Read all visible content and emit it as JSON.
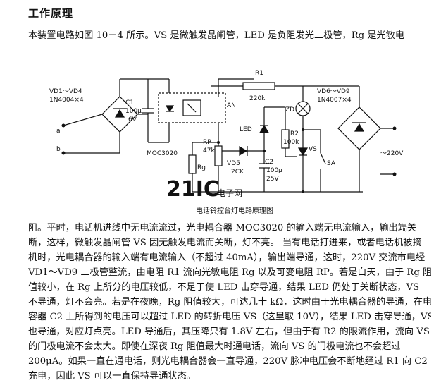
{
  "heading": "工作原理",
  "intro_line": "本装置电路如图 10－4 所示。VS 是微触发晶闸管，LED 是负阻发光二极管，Rg 是光敏电",
  "figure": {
    "caption": "电话铃控台灯电路原理图",
    "watermark_brand": "21IC",
    "watermark_sub": "电子网",
    "labels": {
      "bridge1": "VD1～VD4",
      "bridge1_part": "1N4004×4",
      "terminal_a": "a",
      "terminal_b": "b",
      "c1": "C1",
      "c1_value": "100μ",
      "c1_voltage": "6V",
      "optocoupler": "MOC3020",
      "an": "AN",
      "r1": "R1",
      "r1_value": "220k",
      "zd": "ZD",
      "bridge2": "VD6～VD9",
      "bridge2_part": "1N4007×4",
      "led": "LED",
      "r2": "R2",
      "r2_value": "100k",
      "vs": "VS",
      "sa": "SA",
      "mains": "～220V",
      "rp": "RP",
      "rp_value": "47k",
      "rg": "Rg",
      "vd5": "VD5",
      "vd5_part": "2CK",
      "c2": "C2",
      "c2_value": "100μ",
      "c2_voltage": "25V"
    }
  },
  "body_lines": [
    "阻。平时，电话机进线中无电流流过，光电耦合器 MOC3020 的输入端无电流输入，输出端关",
    "断，这样，微触发晶闸管 VS 因无触发电流而关断，灯不亮。 当有电话打进来，或者电话机被摘",
    "机时，光电耦合器的输入端有电流输入（不超过 40mA），输出端导通，这时，220V 交流市电经",
    "VD1～VD9 二极管整流，由电阻 R1 流向光敏电阻 Rg 以及可变电阻 RP。若是白天，由于 Rg 阻",
    "值较小，在 Rg 上所分的电压较低，不足于使 LED 击穿导通，结果 LED 仍处于关断状态，VS",
    "不导通，灯不会亮。若是在夜晚，Rg 阻值较大，可达几十 kΩ，这时由于光电耦合器的导通，在电",
    "容器 C2 上所得到的电压可以超过 LED 的转折电压 VS（这里取 10V），结果 LED 击穿导通，VS",
    "也导通，对应灯点亮。LED 导通后，其压降只有 1.8V 左右，但由于有 R2 的限流作用，流向 VS",
    "的门极电流不会太大。即使在深夜 Rg 阻值最大时通电话，流向 VS 的门极电流也不会超过",
    "200μA。如果一直在通电话，则光电耦合器会一直导通，220V 脉冲电压会不断地经过 R1 向 C2",
    "充电，因此 VS 可以一直保持导通状态。"
  ]
}
